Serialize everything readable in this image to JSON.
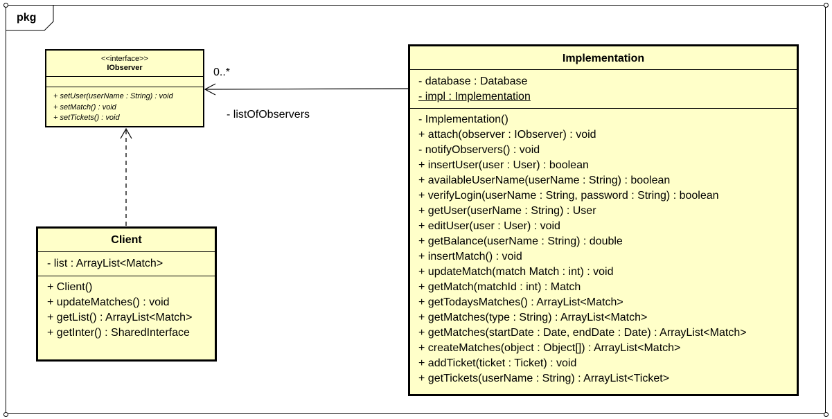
{
  "package": {
    "label": "pkg"
  },
  "iobserver": {
    "stereotype": "<<interface>>",
    "name": "IObserver",
    "operations": [
      "+ setUser(userName : String) : void",
      "+ setMatch() : void",
      "+ setTickets() : void"
    ]
  },
  "client": {
    "name": "Client",
    "attributes": [
      "- list : ArrayList<Match>"
    ],
    "operations": [
      "+ Client()",
      "+ updateMatches() : void",
      "+ getList() : ArrayList<Match>",
      "+ getInter() : SharedInterface"
    ]
  },
  "implementation": {
    "name": "Implementation",
    "attributes": [
      "- database : Database",
      "- impl : Implementation"
    ],
    "operations": [
      "- Implementation()",
      "+ attach(observer : IObserver) : void",
      "- notifyObservers() : void",
      "+ insertUser(user : User) : boolean",
      "+ availableUserName(userName : String) : boolean",
      "+ verifyLogin(userName : String, password : String) : boolean",
      "+ getUser(userName : String) : User",
      "+ editUser(user : User) : void",
      "+ getBalance(userName : String) : double",
      "+ insertMatch() : void",
      "+ updateMatch(match Match : int) : void",
      "+ getMatch(matchId : int) : Match",
      "+ getTodaysMatches() : ArrayList<Match>",
      "+ getMatches(type : String) : ArrayList<Match>",
      "+ getMatches(startDate : Date, endDate : Date) : ArrayList<Match>",
      "+ createMatches(object : Object[]) : ArrayList<Match>",
      "+ addTicket(ticket : Ticket) : void",
      "+ getTickets(userName : String) : ArrayList<Ticket>"
    ]
  },
  "association": {
    "multiplicity": "0..*",
    "role": "- listOfObservers"
  }
}
